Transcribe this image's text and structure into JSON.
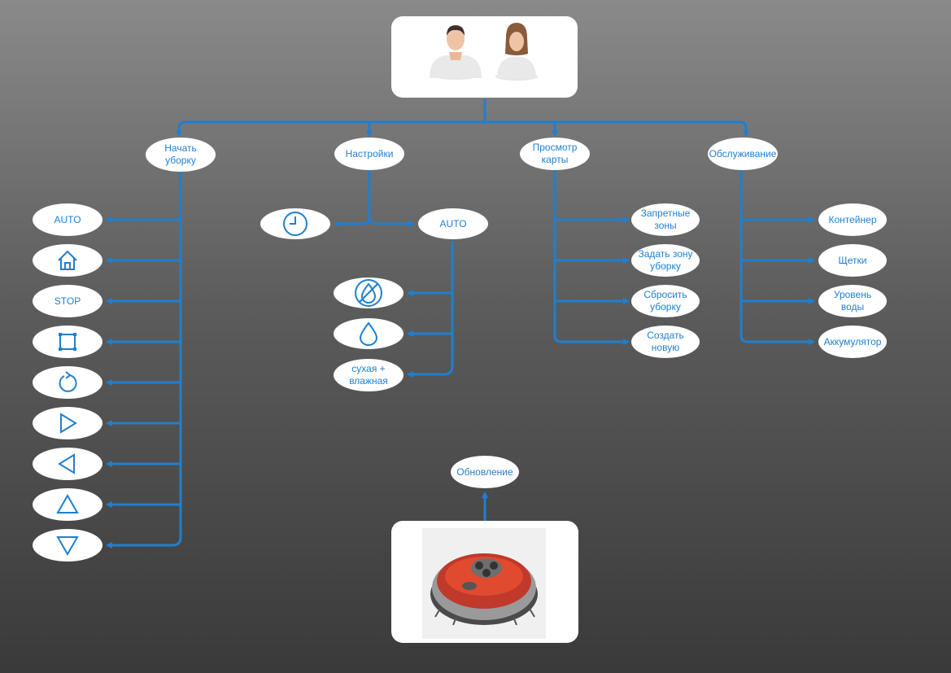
{
  "colors": {
    "accent": "#1f7fd0",
    "node_bg": "#ffffff",
    "bg_top": "#8a8a8a",
    "bg_bottom": "#3a3a3a"
  },
  "top": {
    "users_icons": [
      "man-avatar-icon",
      "woman-avatar-icon"
    ]
  },
  "branches": {
    "start": {
      "label": "Начать\nуборку",
      "children": [
        "AUTO",
        "home-icon",
        "STOP",
        "square-icon",
        "rotate-icon",
        "play-right-icon",
        "play-left-icon",
        "triangle-up-icon",
        "triangle-down-icon"
      ]
    },
    "settings": {
      "label": "Настройки",
      "timer_icon": "clock-icon",
      "auto": "AUTO",
      "modes": [
        "no-water-icon",
        "water-drop-icon",
        "сухая +\nвлажная"
      ]
    },
    "map": {
      "label": "Просмотр\nкарты",
      "children": [
        "Запретные\nзоны",
        "Задать зону\nуборку",
        "Сбросить\nуборку",
        "Создать\nновую"
      ]
    },
    "service": {
      "label": "Обслуживание",
      "children": [
        "Контейнер",
        "Щетки",
        "Уровень\nводы",
        "Аккумулятор"
      ]
    }
  },
  "update": {
    "label": "Обновление",
    "device_icon": "robot-vacuum-icon"
  }
}
